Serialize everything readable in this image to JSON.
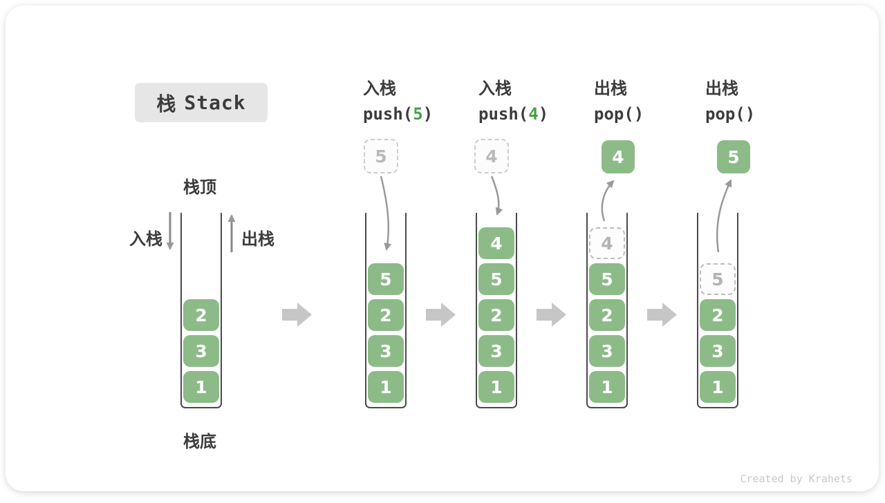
{
  "title": {
    "zh": "栈",
    "en": "Stack"
  },
  "labels": {
    "stack_top": "栈顶",
    "stack_bottom": "栈底",
    "push_side": "入栈",
    "pop_side": "出栈"
  },
  "ops": [
    {
      "line1": "入栈",
      "code_pre": "push(",
      "code_arg": "5",
      "code_suf": ")"
    },
    {
      "line1": "入栈",
      "code_pre": "push(",
      "code_arg": "4",
      "code_suf": ")"
    },
    {
      "line1": "出栈",
      "code_pre": "pop(",
      "code_arg": "",
      "code_suf": ")"
    },
    {
      "line1": "出栈",
      "code_pre": "pop(",
      "code_arg": "",
      "code_suf": ")"
    }
  ],
  "stacks": [
    {
      "name": "initial",
      "blocks": [
        "2",
        "3",
        "1"
      ]
    },
    {
      "name": "after-push-5",
      "incoming": "5",
      "blocks": [
        "5",
        "2",
        "3",
        "1"
      ]
    },
    {
      "name": "after-push-4",
      "incoming": "4",
      "blocks": [
        "4",
        "5",
        "2",
        "3",
        "1"
      ]
    },
    {
      "name": "after-pop-4",
      "popped": "4",
      "ghost": "4",
      "blocks": [
        "5",
        "2",
        "3",
        "1"
      ]
    },
    {
      "name": "after-pop-5",
      "popped": "5",
      "ghost": "5",
      "blocks": [
        "2",
        "3",
        "1"
      ]
    }
  ],
  "watermark": "Created by Krahets",
  "colors": {
    "block_green": "#8cbb88",
    "code_arg_green": "#47a144",
    "curve_arrow_gray": "#999999",
    "step_arrow_gray": "#c6c6c6",
    "ghost_gray": "#bcbcbc",
    "text_dark": "#3c3c3c",
    "title_bg": "#e6e6e6",
    "watermark_gray": "#c9c9c9"
  }
}
